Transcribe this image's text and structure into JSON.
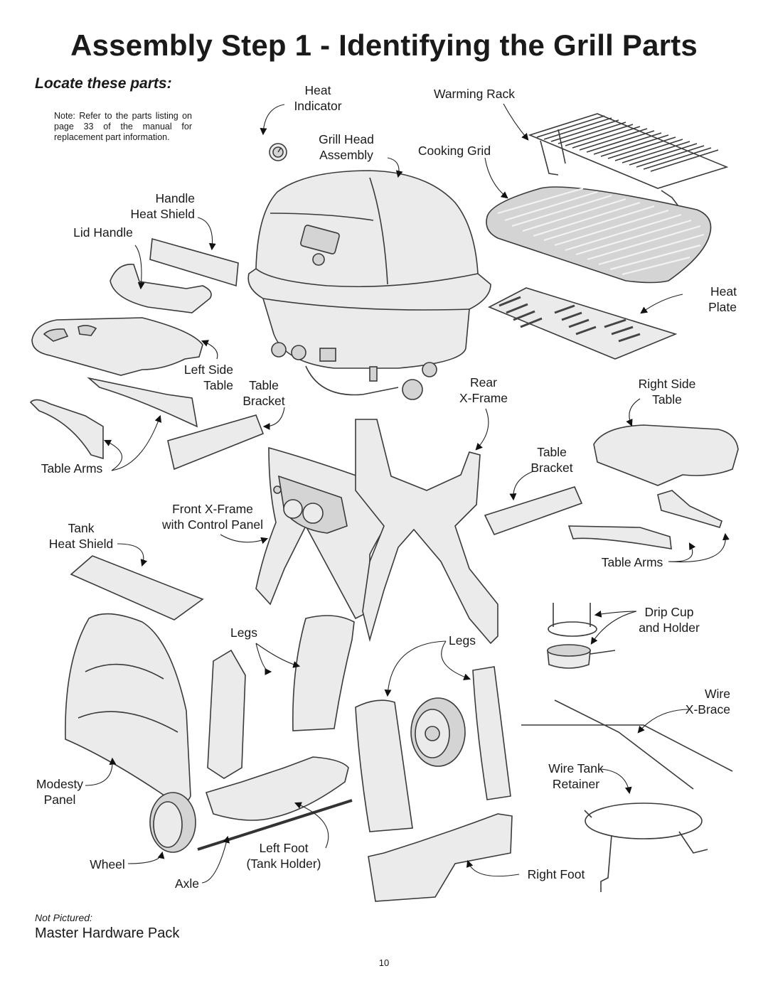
{
  "page": {
    "title": "Assembly Step 1 - Identifying the Grill Parts",
    "subtitle": "Locate these parts:",
    "note": "Note: Refer to the parts listing on page 33 of the manual for replacement part information.",
    "not_pictured_label": "Not Pictured:",
    "not_pictured_item": "Master Hardware Pack",
    "page_number": "10"
  },
  "labels": {
    "heat_indicator": "Heat\nIndicator",
    "warming_rack": "Warming Rack",
    "grill_head_assembly": "Grill Head\nAssembly",
    "cooking_grid": "Cooking Grid",
    "handle_heat_shield": "Handle\nHeat Shield",
    "lid_handle": "Lid Handle",
    "heat_plate": "Heat\nPlate",
    "left_side_table": "Left Side\nTable",
    "table_bracket_left": "Table\nBracket",
    "rear_x_frame": "Rear\nX-Frame",
    "right_side_table": "Right Side\nTable",
    "table_arms_left": "Table Arms",
    "table_bracket_right": "Table\nBracket",
    "front_x_frame": "Front X-Frame\nwith Control Panel",
    "tank_heat_shield": "Tank\nHeat Shield",
    "table_arms_right": "Table Arms",
    "drip_cup": "Drip Cup\nand Holder",
    "legs_left": "Legs",
    "legs_right": "Legs",
    "wire_x_brace": "Wire\nX-Brace",
    "wire_tank_retainer": "Wire Tank\nRetainer",
    "modesty_panel": "Modesty\nPanel",
    "left_foot": "Left Foot\n(Tank Holder)",
    "wheel": "Wheel",
    "axle": "Axle",
    "right_foot": "Right Foot"
  }
}
